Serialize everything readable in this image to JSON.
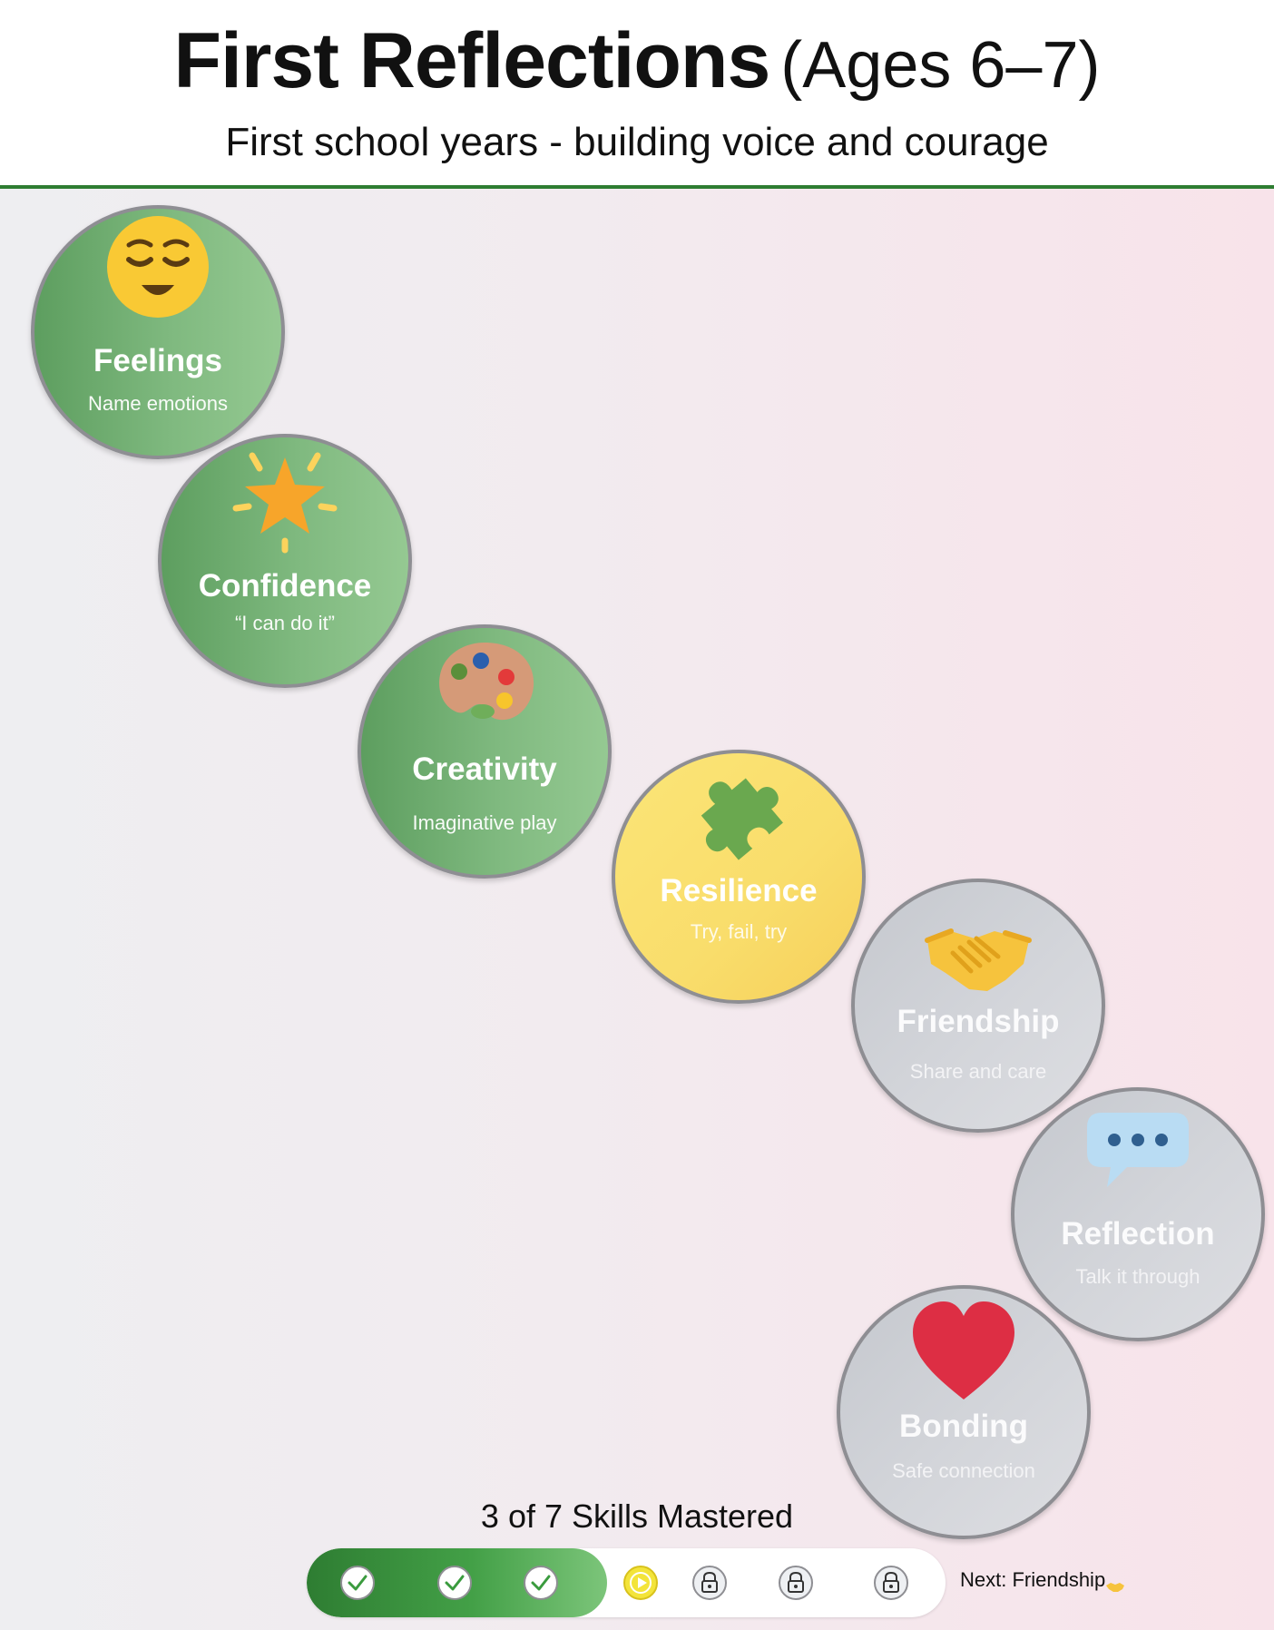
{
  "header": {
    "title": "First Reflections",
    "age_range": "(Ages 6–7)",
    "subtitle": "First school years - building voice and courage"
  },
  "skills": [
    {
      "name": "Feelings",
      "description": "Name emotions",
      "status": "mastered",
      "icon": "relieved-face-icon"
    },
    {
      "name": "Confidence",
      "description": "“I can do it”",
      "status": "mastered",
      "icon": "glowing-star-icon"
    },
    {
      "name": "Creativity",
      "description": "Imaginative play",
      "status": "mastered",
      "icon": "artist-palette-icon"
    },
    {
      "name": "Resilience",
      "description": "Try, fail, try",
      "status": "current",
      "icon": "puzzle-piece-icon"
    },
    {
      "name": "Friendship",
      "description": "Share and care",
      "status": "locked",
      "icon": "handshake-icon"
    },
    {
      "name": "Reflection",
      "description": "Talk it through",
      "status": "locked",
      "icon": "speech-bubble-icon"
    },
    {
      "name": "Bonding",
      "description": "Safe connection",
      "status": "locked",
      "icon": "heart-icon"
    }
  ],
  "progress": {
    "label": "3 of 7 Skills Mastered",
    "mastered": 3,
    "total": 7,
    "fill_fraction": 0.47,
    "next_label": "Next: Friendship"
  },
  "colors": {
    "accent": "#2e7d32",
    "mastered": "#7fb97f",
    "current": "#f9dd6b",
    "locked": "#cfd1d6"
  }
}
